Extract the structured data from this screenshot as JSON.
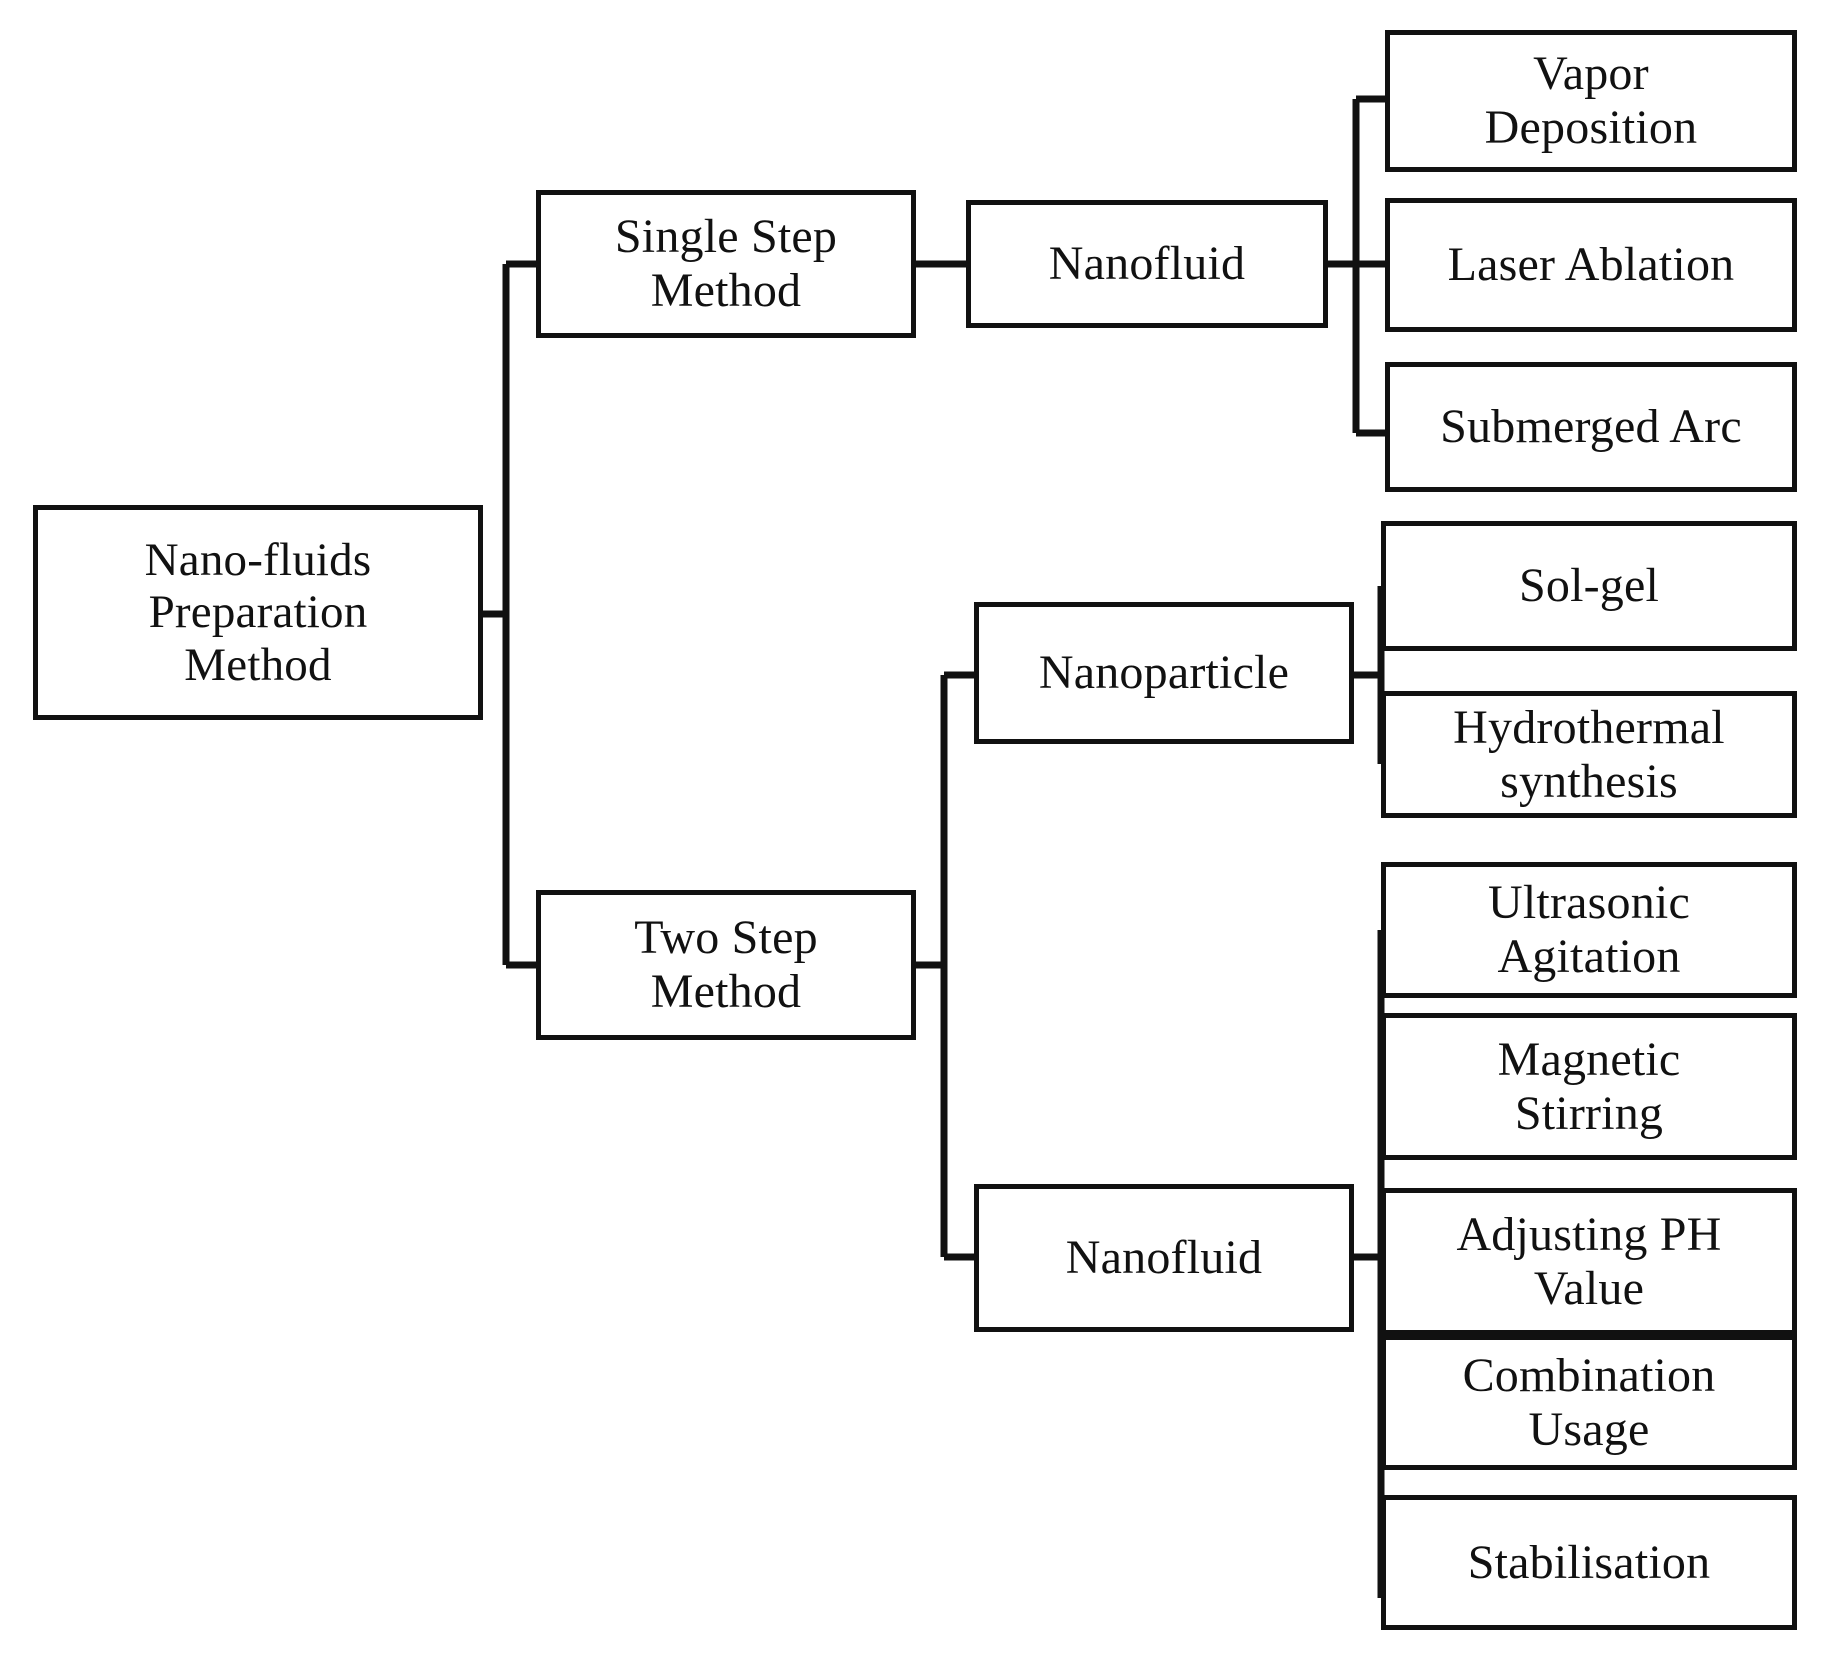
{
  "diagram": {
    "type": "tree-hierarchy",
    "title": "Nano-fluids Preparation Method",
    "orientation": "left-to-right",
    "colors": {
      "background": "#ffffff",
      "box_border": "#111111",
      "box_fill": "#ffffff",
      "edge": "#111111",
      "text": "#111111"
    },
    "root": {
      "label": "Nano-fluids\nPreparation\nMethod"
    },
    "branches": [
      {
        "id": "single-step",
        "label": "Single Step\nMethod",
        "children": [
          {
            "id": "single-step-nanofluid",
            "label": "Nanofluid",
            "children": [
              {
                "id": "vapor-deposition",
                "label": "Vapor\nDeposition"
              },
              {
                "id": "laser-ablation",
                "label": "Laser Ablation"
              },
              {
                "id": "submerged-arc",
                "label": "Submerged Arc"
              }
            ]
          }
        ]
      },
      {
        "id": "two-step",
        "label": "Two  Step\nMethod",
        "children": [
          {
            "id": "two-step-nanoparticle",
            "label": "Nanoparticle",
            "children": [
              {
                "id": "sol-gel",
                "label": "Sol-gel"
              },
              {
                "id": "hydrothermal-synthesis",
                "label": "Hydrothermal\nsynthesis"
              }
            ]
          },
          {
            "id": "two-step-nanofluid",
            "label": "Nanofluid",
            "children": [
              {
                "id": "ultrasonic-agitation",
                "label": "Ultrasonic\nAgitation"
              },
              {
                "id": "magnetic-stirring",
                "label": "Magnetic\nStirring"
              },
              {
                "id": "adjusting-ph-value",
                "label": "Adjusting PH\nValue"
              },
              {
                "id": "combination-usage",
                "label": "Combination\nUsage"
              },
              {
                "id": "stabilisation",
                "label": "Stabilisation"
              }
            ]
          }
        ]
      }
    ]
  }
}
